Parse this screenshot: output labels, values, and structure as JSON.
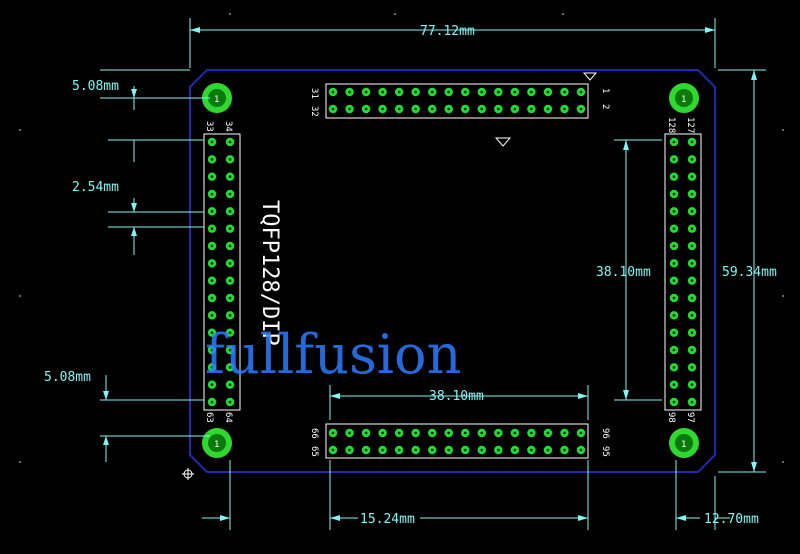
{
  "board": {
    "title": "TQFP128/DIP",
    "watermark": "fullfusion"
  },
  "dimensions": {
    "board_width": "77.12mm",
    "board_height": "59.34mm",
    "hole_offset_top": "5.08mm",
    "pin_pitch": "2.54mm",
    "hole_offset_bottom": "5.08mm",
    "right_header_span": "38.10mm",
    "bottom_header_span": "38.10mm",
    "bottom_header_offset": "15.24mm",
    "right_hole_offset": "12.70mm"
  },
  "headers": {
    "top": {
      "pins_per_row": 16,
      "labels": {
        "left_top": "31",
        "left_bottom": "32",
        "right_top": "1",
        "right_bottom": "2"
      }
    },
    "left": {
      "pins_per_col": 16,
      "labels": {
        "top_left": "33",
        "top_right": "34",
        "bottom_left": "63",
        "bottom_right": "64"
      }
    },
    "bottom": {
      "pins_per_row": 16,
      "labels": {
        "left_top": "66",
        "left_bottom": "65",
        "right_top": "96",
        "right_bottom": "95"
      }
    },
    "right": {
      "pins_per_col": 16,
      "labels": {
        "top_left": "128",
        "top_right": "127",
        "bottom_left": "98",
        "bottom_right": "97"
      }
    }
  },
  "mounting_holes": {
    "label": "1"
  },
  "colors": {
    "background": "#000000",
    "board_outline": "#1c2bb0",
    "pad": "#1fe030",
    "pad_hole": "#003000",
    "hole_ring": "#2fd82f",
    "dimension": "#7ff5f5",
    "silkscreen": "#ffffff",
    "watermark": "#2d7dff"
  }
}
